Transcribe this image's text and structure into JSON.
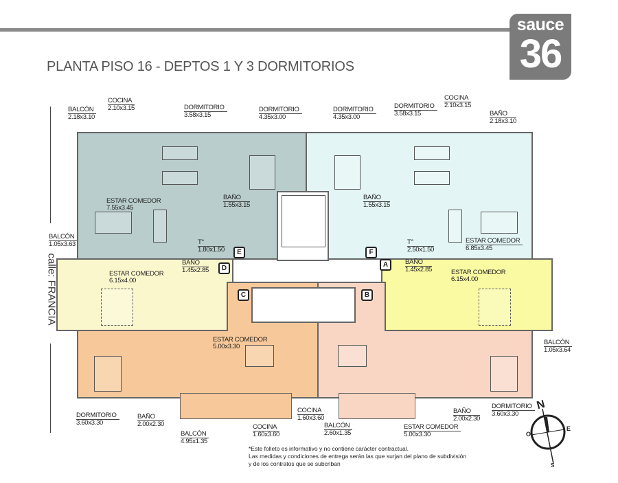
{
  "header": {
    "title": "PLANTA PISO 16 - DEPTOS 1 Y 3 DORMITORIOS",
    "logo_word": "sauce",
    "logo_number": "36"
  },
  "street": "calle: FRANCIA",
  "colors": {
    "unit_top_left": "#b9cdcc",
    "unit_top_right": "#e3f5f5",
    "unit_mid_left": "#fbf7cc",
    "unit_mid_right": "#fafaa2",
    "unit_bottom_left": "#f7c899",
    "unit_bottom_right": "#f9d6c4"
  },
  "labels": [
    {
      "name": "BALCÓN",
      "dims": "2.18x3.10"
    },
    {
      "name": "COCINA",
      "dims": "2.10x3.15"
    },
    {
      "name": "DORMITORIO",
      "dims": "3.58x3.15"
    },
    {
      "name": "DORMITORIO",
      "dims": "4.35x3.00"
    },
    {
      "name": "BAÑO",
      "dims": "1.55x3.15"
    },
    {
      "name": "ESTAR COMEDOR",
      "dims": "7.55x3.45"
    },
    {
      "name": "T°",
      "dims": "1.80x1.50"
    },
    {
      "name": "BALCÓN",
      "dims": "1.05x3.63"
    },
    {
      "name": "DORMITORIO",
      "dims": "4.35x3.00"
    },
    {
      "name": "DORMITORIO",
      "dims": "3.58x3.15"
    },
    {
      "name": "COCINA",
      "dims": "2.10x3.15"
    },
    {
      "name": "BAÑO",
      "dims": "2.18x3.10"
    },
    {
      "name": "BAÑO",
      "dims": "1.55x3.15"
    },
    {
      "name": "T°",
      "dims": "2.50x1.50"
    },
    {
      "name": "ESTAR COMEDOR",
      "dims": "6.85x3.45"
    },
    {
      "name": "BAÑO",
      "dims": "1.45x2.85"
    },
    {
      "name": "ESTAR COMEDOR",
      "dims": "6.15x4.00"
    },
    {
      "name": "BAÑO",
      "dims": "1.45x2.85"
    },
    {
      "name": "ESTAR COMEDOR",
      "dims": "6.15x4.00"
    },
    {
      "name": "ESTAR COMEDOR",
      "dims": "5.00x3.30"
    },
    {
      "name": "BALCÓN",
      "dims": "1.05x3.64"
    },
    {
      "name": "DORMITORIO",
      "dims": "3.60x3.30"
    },
    {
      "name": "BAÑO",
      "dims": "2.00x2.30"
    },
    {
      "name": "BALCÓN",
      "dims": "4.95x1.35"
    },
    {
      "name": "COCINA",
      "dims": "1.60x3.60"
    },
    {
      "name": "COCINA",
      "dims": "1.60x3.60"
    },
    {
      "name": "BALCÓN",
      "dims": "2.60x1.35"
    },
    {
      "name": "ESTAR COMEDOR",
      "dims": "5.00x3.30"
    },
    {
      "name": "BAÑO",
      "dims": "2.00x2.30"
    },
    {
      "name": "DORMITORIO",
      "dims": "3.60x3.30"
    }
  ],
  "unit_markers": [
    "E",
    "F",
    "D",
    "C",
    "A",
    "B"
  ],
  "compass": {
    "n": "N",
    "e": "E",
    "o": "O",
    "s": "S"
  },
  "footnote": [
    "*Este folleto es informativo y no contiene carácter contractual.",
    "Las medidas y condiciones de entrega serán las que surjan del plano de subdivisión",
    "y de los contratos que se subcriban"
  ]
}
